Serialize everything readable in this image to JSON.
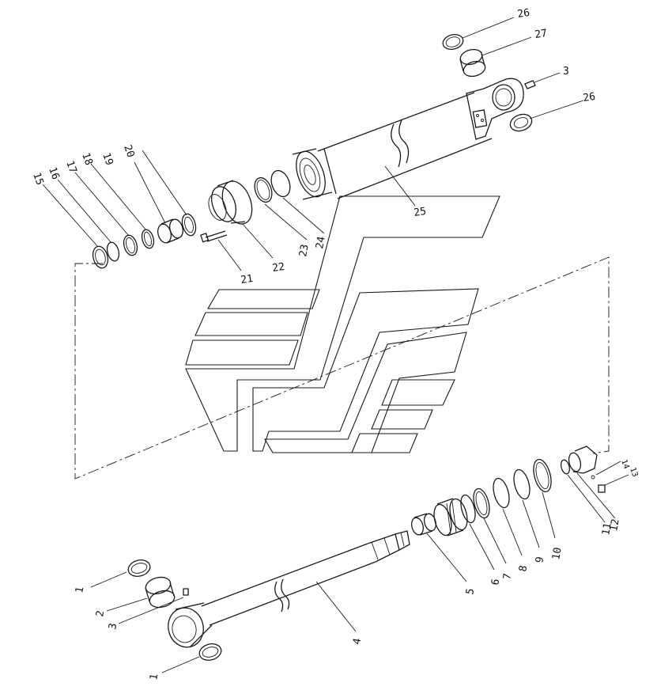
{
  "diagram": {
    "callouts": [
      {
        "id": "c26a",
        "text": "26"
      },
      {
        "id": "c27",
        "text": "27"
      },
      {
        "id": "c3a",
        "text": "3"
      },
      {
        "id": "c26b",
        "text": "26"
      },
      {
        "id": "c20",
        "text": "20"
      },
      {
        "id": "c19",
        "text": "19"
      },
      {
        "id": "c18",
        "text": "18"
      },
      {
        "id": "c17",
        "text": "17"
      },
      {
        "id": "c16",
        "text": "16"
      },
      {
        "id": "c15",
        "text": "15"
      },
      {
        "id": "c25",
        "text": "25"
      },
      {
        "id": "c24",
        "text": "24"
      },
      {
        "id": "c23",
        "text": "23"
      },
      {
        "id": "c22",
        "text": "22"
      },
      {
        "id": "c21",
        "text": "21"
      },
      {
        "id": "c14",
        "text": "14"
      },
      {
        "id": "c13",
        "text": "13"
      },
      {
        "id": "c12",
        "text": "12"
      },
      {
        "id": "c11",
        "text": "11"
      },
      {
        "id": "c10",
        "text": "10"
      },
      {
        "id": "c9",
        "text": "9"
      },
      {
        "id": "c8",
        "text": "8"
      },
      {
        "id": "c7",
        "text": "7"
      },
      {
        "id": "c6",
        "text": "6"
      },
      {
        "id": "c5",
        "text": "5"
      },
      {
        "id": "c4",
        "text": "4"
      },
      {
        "id": "c1a",
        "text": "1"
      },
      {
        "id": "c2",
        "text": "2"
      },
      {
        "id": "c3b",
        "text": "3"
      },
      {
        "id": "c1b",
        "text": "1"
      }
    ]
  }
}
